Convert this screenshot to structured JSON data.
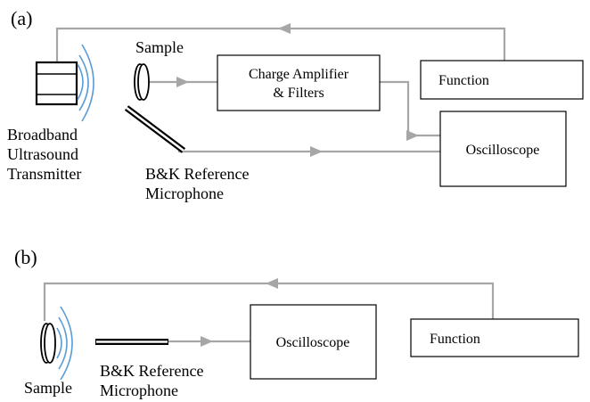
{
  "panel_a": {
    "label": "(a)",
    "transmitter": {
      "line1": "Broadband",
      "line2": "Ultrasound",
      "line3": "Transmitter"
    },
    "sample_label": "Sample",
    "amplifier": {
      "line1": "Charge Amplifier",
      "line2": "& Filters"
    },
    "function_label": "Function",
    "oscilloscope_label": "Oscilloscope",
    "microphone": {
      "line1": "B&K Reference",
      "line2": "Microphone"
    }
  },
  "panel_b": {
    "label": "(b)",
    "sample_label": "Sample",
    "microphone": {
      "line1": "B&K Reference",
      "line2": "Microphone"
    },
    "oscilloscope_label": "Oscilloscope",
    "function_label": "Function"
  },
  "colors": {
    "wire": "#a6a6a6",
    "wave": "#5b9bd5",
    "box_stroke": "#000000"
  }
}
